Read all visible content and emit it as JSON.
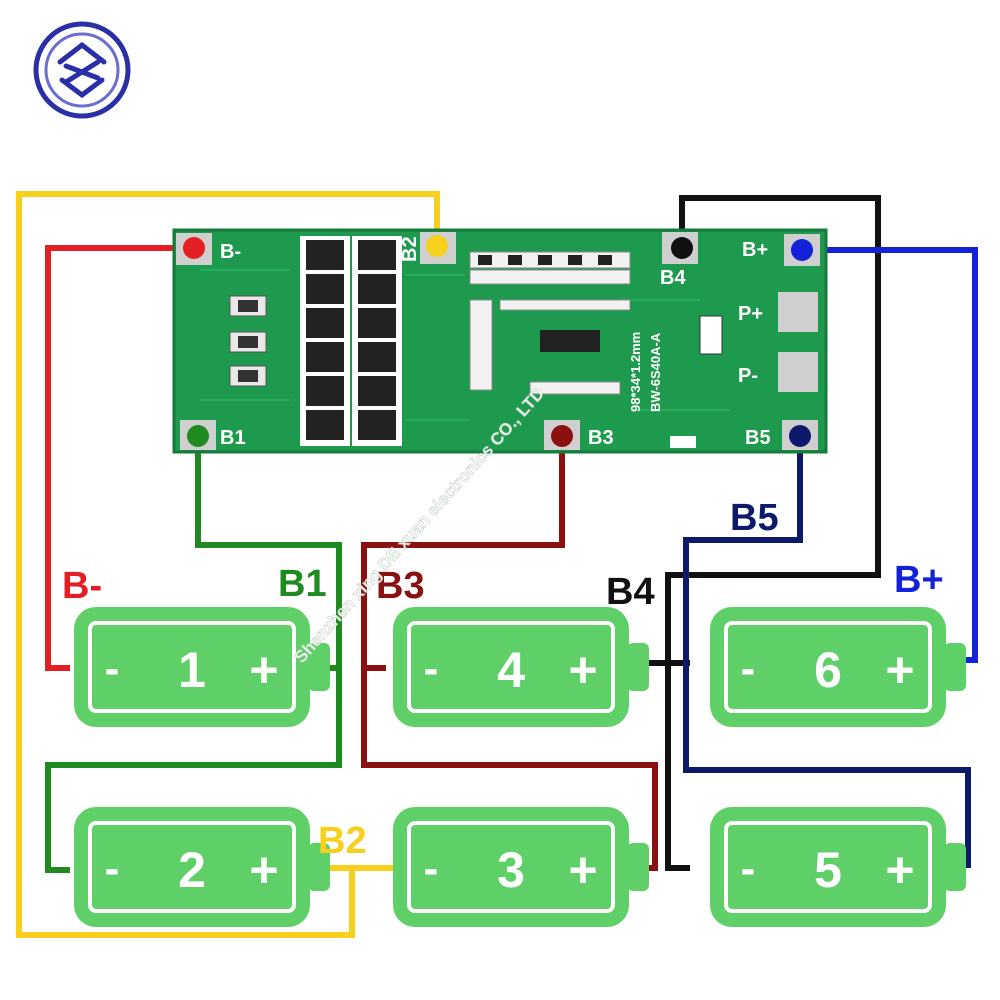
{
  "colors": {
    "background": "#ffffff",
    "pcb": "#1e9a4e",
    "battery": "#5fd068",
    "wire_red": "#e31e24",
    "wire_yellow": "#f7cf1d",
    "wire_green": "#1f8a1f",
    "wire_darkred": "#8b1010",
    "wire_black": "#111111",
    "wire_navy": "#0d1a6b",
    "wire_blue": "#1321d8"
  },
  "logo": {
    "icon": "circular-brand-logo-icon"
  },
  "board": {
    "model_text": "BW-6S40A-A",
    "size_text": "98*34*1.2mm",
    "pads": {
      "b_minus": "B-",
      "b1": "B1",
      "b2": "B2",
      "b3": "B3",
      "b4": "B4",
      "b5": "B5",
      "b_plus": "B+",
      "p_plus": "P+",
      "p_minus": "P-"
    }
  },
  "watermark": "Shenzhen xing DE xuan electronics CO., LTD",
  "wire_labels": {
    "b_minus": "B-",
    "b1": "B1",
    "b2": "B2",
    "b3": "B3",
    "b4": "B4",
    "b5": "B5",
    "b_plus": "B+"
  },
  "batteries": [
    {
      "number": "1",
      "minus": "-",
      "plus": "+"
    },
    {
      "number": "2",
      "minus": "-",
      "plus": "+"
    },
    {
      "number": "3",
      "minus": "-",
      "plus": "+"
    },
    {
      "number": "4",
      "minus": "-",
      "plus": "+"
    },
    {
      "number": "5",
      "minus": "-",
      "plus": "+"
    },
    {
      "number": "6",
      "minus": "-",
      "plus": "+"
    }
  ]
}
